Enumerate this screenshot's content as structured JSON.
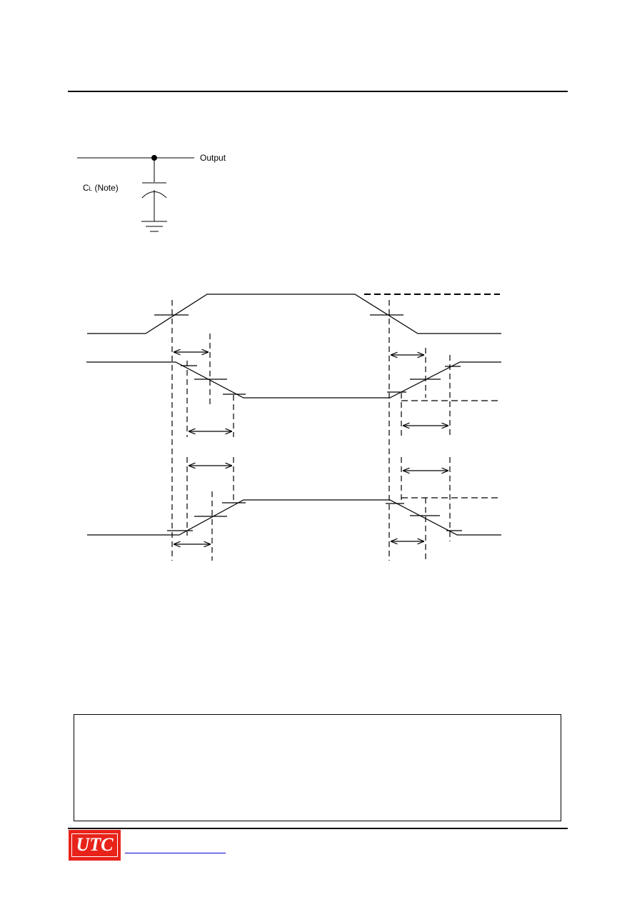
{
  "circuit": {
    "output_label": "Output",
    "cap_label_main": "C",
    "cap_label_sub": "L",
    "cap_label_note": " (Note)"
  },
  "footer": {
    "logo_text": "UTC",
    "logo_color": "#e8231a",
    "link_color": "#0000cc"
  }
}
